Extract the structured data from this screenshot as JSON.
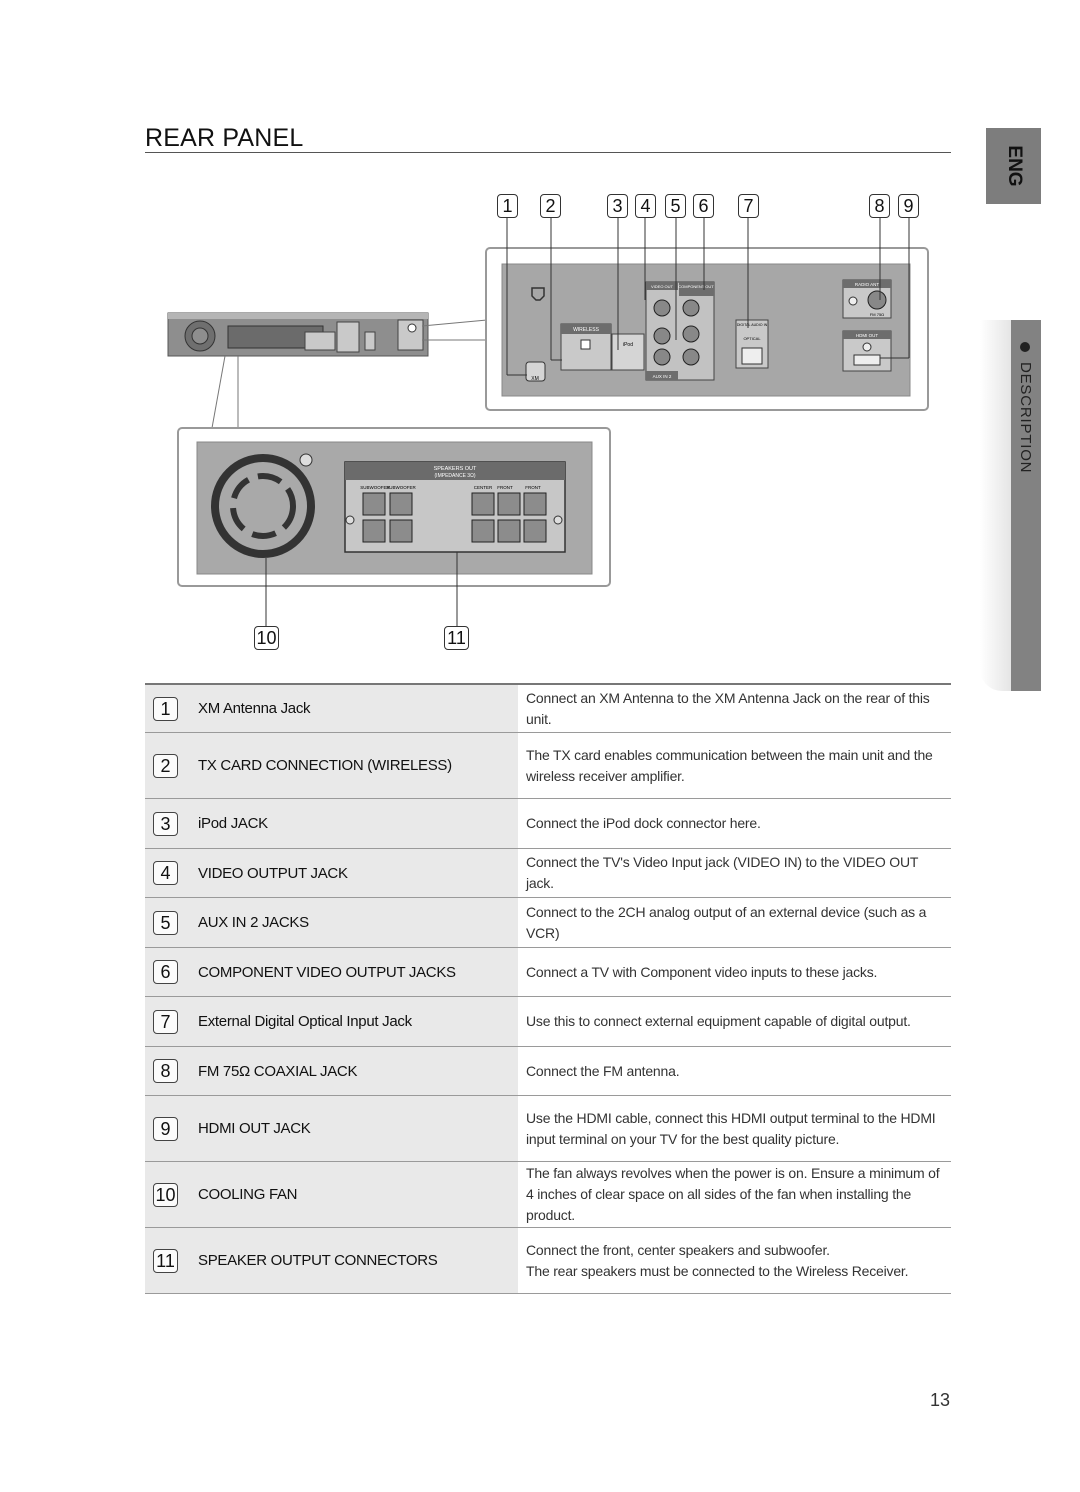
{
  "page": {
    "title": "REAR PANEL",
    "language_tab": "ENG",
    "section_tab": "DESCRIPTION",
    "page_number": "13"
  },
  "figure": {
    "callouts_top": [
      "1",
      "2",
      "3",
      "4",
      "5",
      "6",
      "7",
      "8",
      "9"
    ],
    "callouts_bottom": [
      "10",
      "11"
    ],
    "panel_labels": {
      "video_out": "VIDEO OUT",
      "component_out": "COMPONENT OUT",
      "wireless": "WIRELESS",
      "ipod": "iPod",
      "digital_audio_in": "DIGITAL AUDIO IN",
      "optical": "OPTICAL",
      "aux_in": "AUX IN 2",
      "xm": "XM",
      "radio_ant": "RADIO ANT",
      "fm": "FM 75Ω",
      "hdmi_out": "HDMI OUT",
      "speakers_out": "SPEAKERS OUT",
      "impedance": "(IMPEDANCE 3Ω)",
      "subwoofer": "SUBWOOFER",
      "center": "CENTER",
      "front": "FRONT"
    }
  },
  "items": [
    {
      "num": "1",
      "name": "XM Antenna Jack",
      "desc": "Connect an XM Antenna to the XM Antenna Jack on the rear of this unit."
    },
    {
      "num": "2",
      "name": "TX CARD CONNECTION (WIRELESS)",
      "desc": "The TX card enables communication between the main unit and the wireless receiver amplifier."
    },
    {
      "num": "3",
      "name": "iPod JACK",
      "desc": "Connect the iPod dock connector here."
    },
    {
      "num": "4",
      "name": "VIDEO OUTPUT JACK",
      "desc": "Connect the TV's Video Input jack (VIDEO IN) to the VIDEO OUT jack."
    },
    {
      "num": "5",
      "name": "AUX IN 2 JACKS",
      "desc": "Connect to the 2CH analog output of an external device (such as a VCR)"
    },
    {
      "num": "6",
      "name": "COMPONENT VIDEO OUTPUT JACKS",
      "desc": "Connect a TV with Component video inputs to these jacks."
    },
    {
      "num": "7",
      "name": "External Digital Optical Input Jack",
      "desc": "Use this to connect external equipment capable of digital output."
    },
    {
      "num": "8",
      "name": "FM 75Ω COAXIAL JACK",
      "desc": "Connect the FM antenna."
    },
    {
      "num": "9",
      "name": "HDMI OUT JACK",
      "desc": "Use the HDMI cable, connect this HDMI output terminal to the HDMI input terminal on your TV for the best quality picture."
    },
    {
      "num": "10",
      "name": "COOLING FAN",
      "desc": "The fan always revolves when the power is on. Ensure a minimum of\n4 inches of clear space on all sides of the fan when installing the product."
    },
    {
      "num": "11",
      "name": "SPEAKER OUTPUT CONNECTORS",
      "desc": "Connect the front, center speakers and subwoofer.\nThe rear speakers must be connected to the Wireless Receiver."
    }
  ]
}
